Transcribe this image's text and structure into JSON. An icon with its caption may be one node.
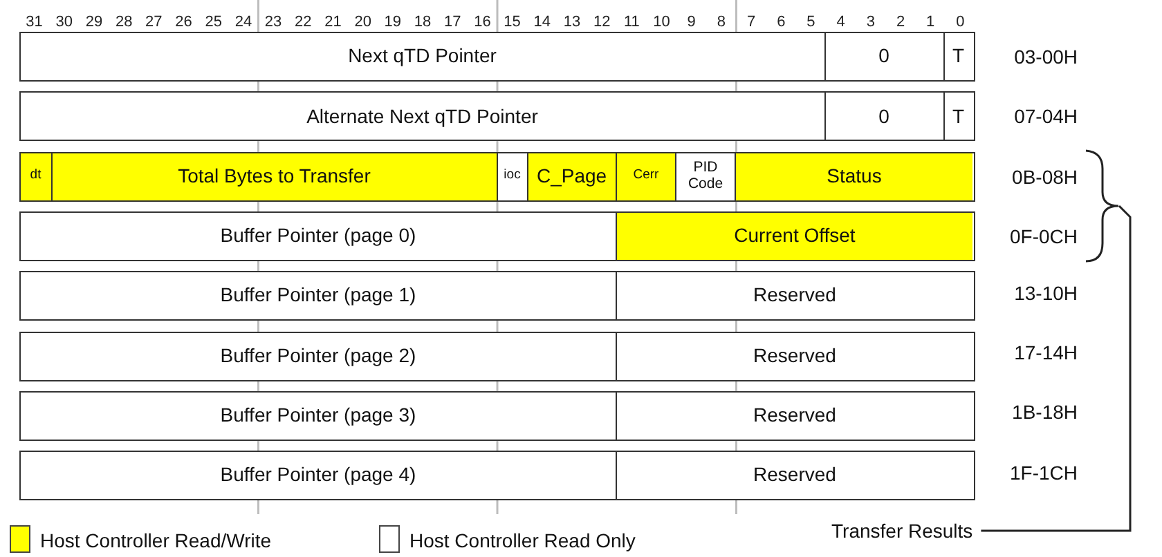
{
  "diagram": {
    "nodes": [
      {
        "text": [],
        "shape": "box"
      },
      {
        "text": [
          "Next qTD Pointer"
        ],
        "in": 0
      },
      {
        "text": [
          "0"
        ],
        "in": 0
      },
      {
        "text": [
          "T"
        ],
        "in": 0
      },
      {
        "text": [],
        "shape": "box"
      },
      {
        "text": [
          "Alternate Next qTD Pointer"
        ],
        "in": 4
      },
      {
        "text": [
          "0"
        ],
        "in": 4
      },
      {
        "text": [
          "T"
        ],
        "in": 4
      },
      {
        "text": [],
        "shape": "box"
      },
      {
        "text": [
          "dt"
        ],
        "in": 8
      },
      {
        "text": [
          "Total Bytes to Transfer"
        ],
        "in": 8
      },
      {
        "text": [
          "ioc"
        ],
        "in": 8
      },
      {
        "text": [
          "C_Page"
        ],
        "in": 8
      },
      {
        "text": [
          "Cerr"
        ],
        "in": 8
      },
      {
        "text": [
          "PID Code"
        ],
        "in": 8
      },
      {
        "text": [
          "Status"
        ],
        "in": 8
      },
      {
        "text": [],
        "shape": "box"
      },
      {
        "text": [
          "Buffer Pointer (page 0)"
        ],
        "in": 16
      },
      {
        "text": [
          "Current Offset"
        ],
        "in": 16
      },
      {
        "text": [],
        "shape": "box"
      },
      {
        "text": [
          "Buffer Pointer (page 1)"
        ],
        "in": 19
      },
      {
        "text": [
          "Reserved"
        ],
        "in": 19
      },
      {
        "text": [],
        "shape": "box"
      },
      {
        "text": [
          "Buffer Pointer (page 2)"
        ],
        "in": 22
      },
      {
        "text": [
          "Reserved"
        ],
        "in": 22
      },
      {
        "text": [],
        "shape": "box"
      },
      {
        "text": [
          "Buffer Pointer (page 3)"
        ],
        "in": 25
      },
      {
        "text": [
          "Reserved"
        ],
        "in": 25
      },
      {
        "text": [],
        "shape": "box"
      },
      {
        "text": [
          "Buffer Pointer (page 4)"
        ],
        "in": 28
      },
      {
        "text": [
          "Reserved"
        ],
        "in": 28
      },
      {
        "text": [],
        "shape": "brace"
      },
      {
        "text": [
          "Transfer Results"
        ]
      }
    ],
    "edges": [
      {
        "from": 32,
        "to": 31,
        "arrow": "none"
      }
    ],
    "labels": [
      "31",
      "30",
      "29",
      "28",
      "27",
      "26",
      "25",
      "24",
      "23",
      "22",
      "21",
      "20",
      "19",
      "18",
      "17",
      "16",
      "15",
      "14",
      "13",
      "12",
      "11",
      "10",
      "9",
      "8",
      "7",
      "6",
      "5",
      "4",
      "3",
      "2",
      "1",
      "0",
      "03-00H",
      "07-04H",
      "0B-08H",
      "0F-0CH",
      "13-10H",
      "17-14H",
      "1B-18H",
      "1F-1CH"
    ],
    "legend": [
      {
        "text": "Host Controller Read/Write",
        "color": "#ffff00"
      },
      {
        "text": "Host Controller Read Only",
        "color": "#ffffff"
      }
    ]
  }
}
